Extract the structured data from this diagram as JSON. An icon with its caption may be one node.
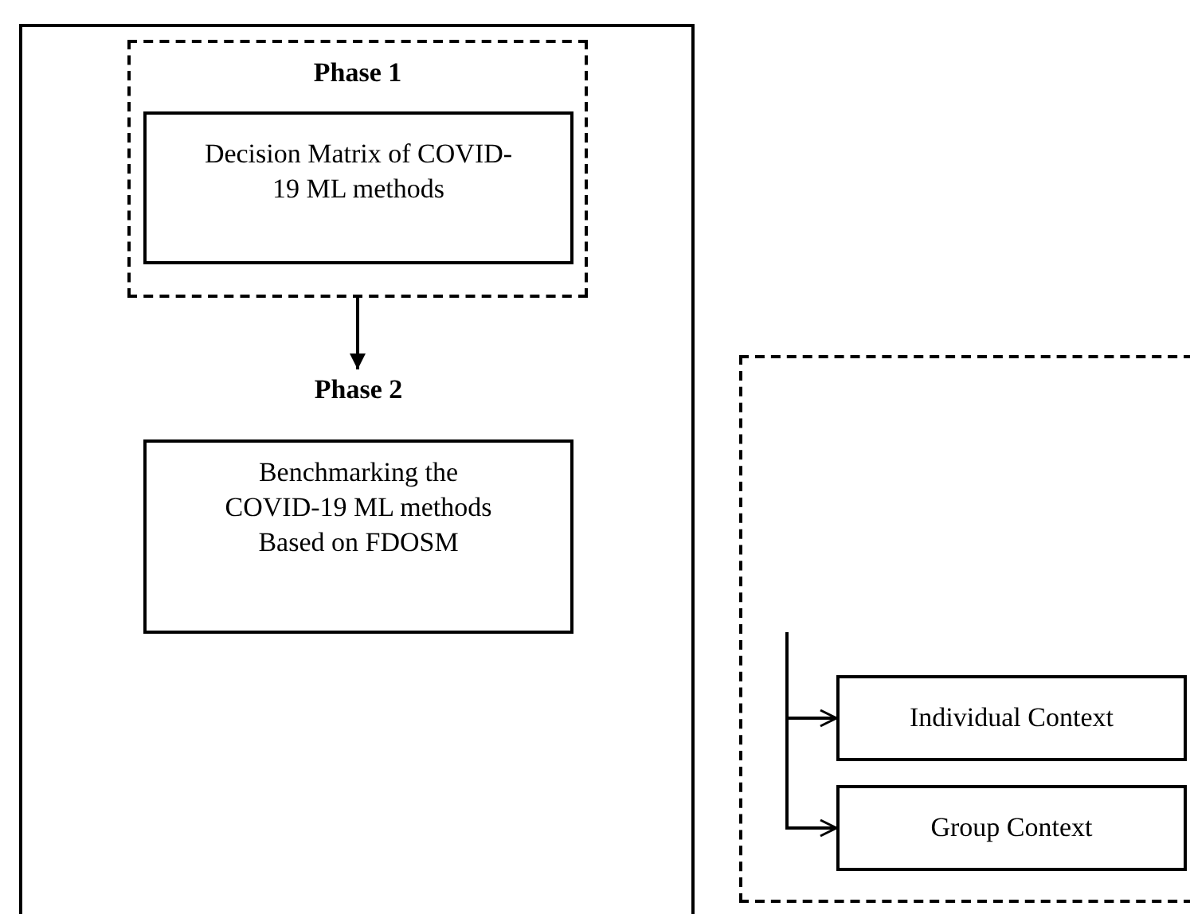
{
  "diagram": {
    "nodes": [
      {
        "text": [],
        "shape": "box"
      },
      {
        "text": [
          "Phase 1"
        ],
        "in": 0
      },
      {
        "text": [
          "Decision Matrix of COVID-19 ML methods"
        ],
        "in": 1
      },
      {
        "text": [
          "Phase 2",
          "Benchmarking the COVID-19 ML  methods Based on FDOSM"
        ],
        "in": 0
      },
      {
        "text": [],
        "shape": "box"
      },
      {
        "text": [
          "Individual Context"
        ],
        "in": 4
      },
      {
        "text": [
          "Group Context"
        ],
        "in": 4
      }
    ],
    "edges": [
      {
        "from": 1,
        "to": 3,
        "arrow": "to"
      },
      {
        "from": null,
        "to": 5,
        "arrow": "to"
      },
      {
        "from": null,
        "to": 6,
        "arrow": "to"
      }
    ]
  }
}
